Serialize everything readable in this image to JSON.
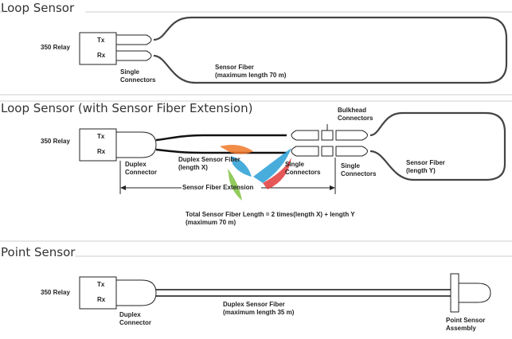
{
  "loop": {
    "title": "Loop Sensor",
    "relay": "350 Relay",
    "tx": "Tx",
    "rx": "Rx",
    "connectors": "Single\nConnectors",
    "fiber_line1": "Sensor Fiber",
    "fiber_line2": "(maximum length 70 m)"
  },
  "loop_ext": {
    "title": "Loop Sensor (with Sensor Fiber Extension)",
    "relay": "350 Relay",
    "tx": "Tx",
    "rx": "Rx",
    "duplex1": "Duplex",
    "duplex2": "Connector",
    "ext_line1": "Duplex Sensor Fiber",
    "ext_line2": "(length X)",
    "single_left1": "Single",
    "single_left2": "Connectors",
    "bulkhead1": "Bulkhead",
    "bulkhead2": "Connectors",
    "single_right1": "Single",
    "single_right2": "Connectors",
    "fiber_y1": "Sensor Fiber",
    "fiber_y2": "(length Y)",
    "span_label": "Sensor Fiber Extension",
    "total1": "Total Sensor Fiber Length = 2 times(length X) + length Y",
    "total2": "(maximum 70 m)"
  },
  "point": {
    "title": "Point Sensor",
    "relay": "350 Relay",
    "tx": "Tx",
    "rx": "Rx",
    "duplex1": "Duplex",
    "duplex2": "Connector",
    "fiber1": "Duplex Sensor Fiber",
    "fiber2": "(maximum length 35 m)",
    "sensor1": "Point Sensor",
    "sensor2": "Assembly"
  },
  "colors": {
    "panel_border": "#cfcfcf",
    "line": "#222222",
    "logo_orange": "#f0782a",
    "logo_blue": "#2a9fd6",
    "logo_green": "#7fc241",
    "logo_red": "#e23a3a"
  },
  "watermark_icon": "vendor-logo-watermark-icon"
}
